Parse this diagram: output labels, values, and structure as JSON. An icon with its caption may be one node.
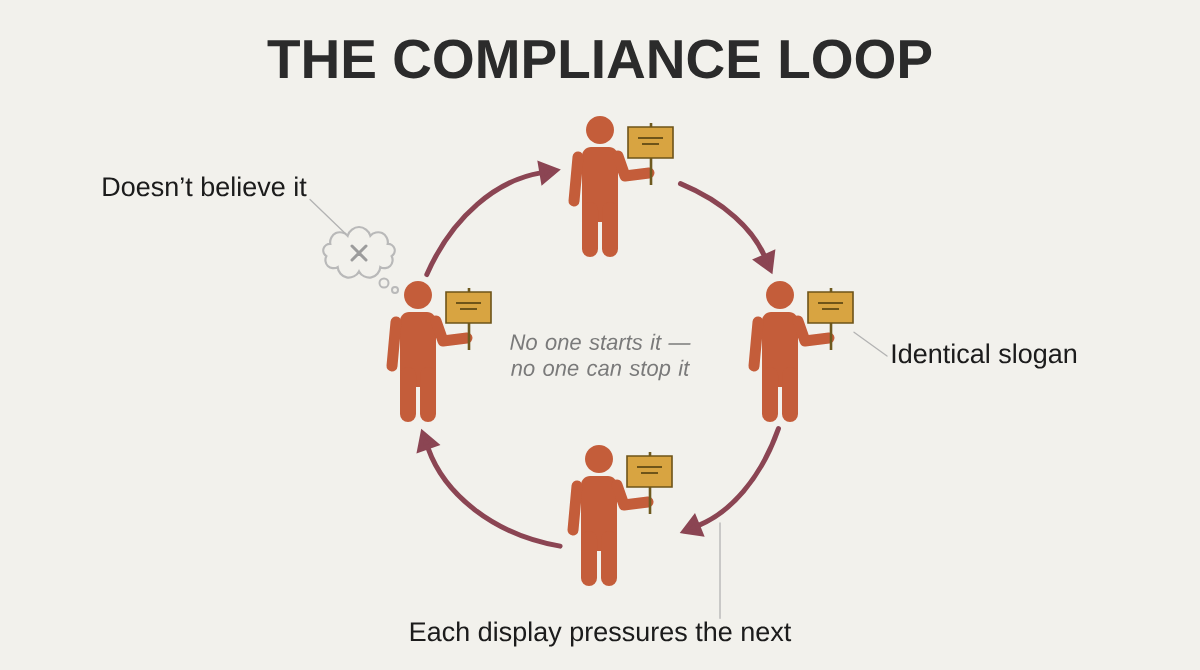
{
  "diagram": {
    "title": "THE COMPLIANCE LOOP",
    "nodes": [
      {
        "text": [
          "Doesn’t believe it"
        ]
      },
      {
        "text": [],
        "shape": "person"
      },
      {
        "text": [],
        "shape": "cloud"
      },
      {
        "text": [],
        "shape": "person"
      },
      {
        "text": [],
        "shape": "person"
      },
      {
        "text": [
          "Identical slogan"
        ]
      },
      {
        "text": [],
        "shape": "person"
      },
      {
        "text": [
          "Each display pressures the next"
        ]
      }
    ],
    "edges": [
      {
        "from": 0,
        "to": 2,
        "arrow": "none",
        "color": "#b3b3b3"
      },
      {
        "from": 3,
        "to": 1,
        "arrow": "to"
      },
      {
        "from": 1,
        "to": 4,
        "arrow": "to"
      },
      {
        "from": 5,
        "to": 4,
        "arrow": "none",
        "color": "#b3b3b3"
      },
      {
        "from": 4,
        "to": 6,
        "arrow": "to"
      },
      {
        "from": 6,
        "to": 3,
        "arrow": "to"
      },
      {
        "from": 7,
        "to": null,
        "arrow": "none",
        "color": "#b3b3b3"
      }
    ],
    "labels": [
      "No one starts it — no one can stop it"
    ]
  }
}
